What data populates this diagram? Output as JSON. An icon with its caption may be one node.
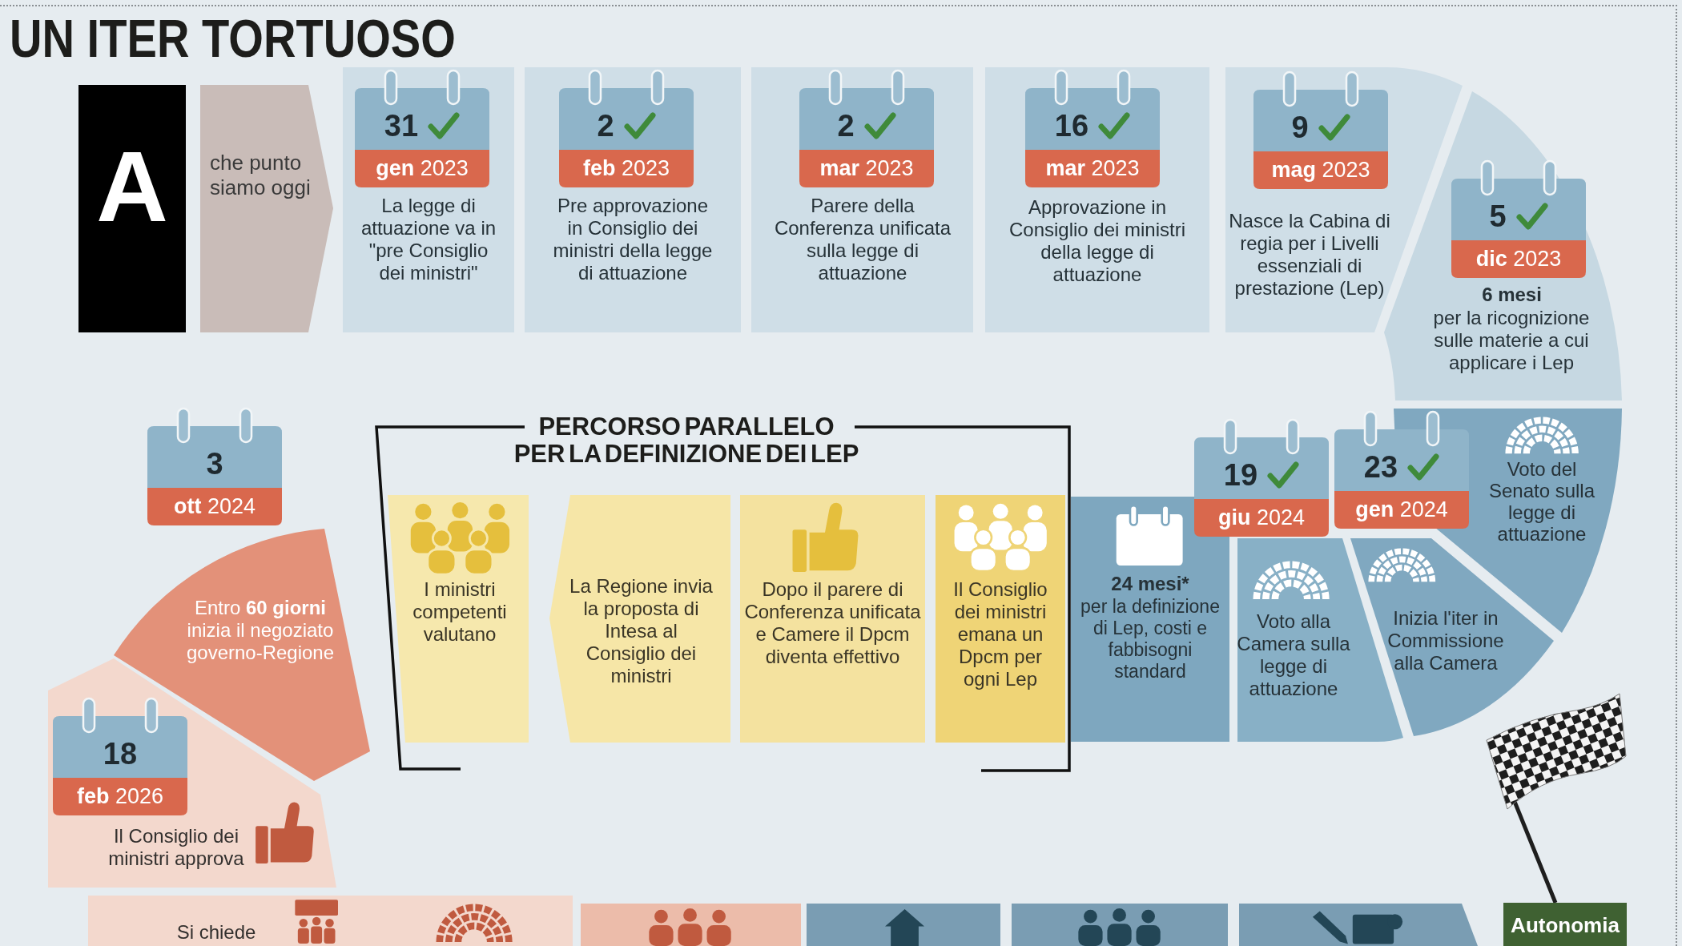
{
  "diagram": {
    "title": "UN ITER TORTUOSO",
    "nodes": [
      {
        "text": [
          "A"
        ]
      },
      {
        "text": [
          "che punto siamo oggi"
        ]
      },
      {
        "text": [
          "La legge di attuazione va in \"pre Consiglio dei ministri\""
        ]
      },
      {
        "text": [
          "31",
          "**gen** 2023"
        ],
        "in": 2
      },
      {
        "text": [
          "Pre approvazione in Consiglio dei ministri della legge di attuazione"
        ]
      },
      {
        "text": [
          "2",
          "**feb** 2023"
        ],
        "in": 4
      },
      {
        "text": [
          "Parere della Conferenza unificata sulla legge di attuazione"
        ]
      },
      {
        "text": [
          "2",
          "**mar** 2023"
        ],
        "in": 6
      },
      {
        "text": [
          "Approvazione in Consiglio dei ministri della legge di attuazione"
        ]
      },
      {
        "text": [
          "16",
          "**mar** 2023"
        ],
        "in": 8
      },
      {
        "text": [
          "Nasce la Cabina di regia per i Livelli essenziali di prestazione (Lep)"
        ]
      },
      {
        "text": [
          "9",
          "**mag** 2023"
        ],
        "in": 10
      },
      {
        "text": [
          "6 mesi",
          "per la ricognizione sulle materie a cui applicare i Lep"
        ]
      },
      {
        "text": [
          "5",
          "**dic** 2023"
        ],
        "in": 12
      },
      {
        "text": [
          "Voto del Senato sulla legge di attuazione"
        ]
      },
      {
        "text": [
          "23",
          "**gen** 2024"
        ]
      },
      {
        "text": [
          "Inizia l'iter in Commissione alla Camera"
        ]
      },
      {
        "text": [
          "19",
          "**giu** 2024"
        ]
      },
      {
        "text": [
          "Voto alla Camera sulla legge di attuazione"
        ]
      },
      {
        "text": [
          "24 mesi*",
          "per la definizione di Lep, costi e fabbisogni standard"
        ]
      },
      {
        "text": [
          "PERCORSO PARALLELO PER LA DEFINIZIONE DEI LEP"
        ]
      },
      {
        "text": [
          "I ministri competenti valutano"
        ],
        "in": 20
      },
      {
        "text": [
          "La Regione invia la proposta di Intesa al Consiglio dei ministri"
        ],
        "in": 20
      },
      {
        "text": [
          "Dopo il parere di Conferenza unificata e Camere il Dpcm diventa effettivo"
        ],
        "in": 20
      },
      {
        "text": [
          "Il Consiglio dei ministri emana un Dpcm per ogni Lep"
        ],
        "in": 20
      },
      {
        "text": [
          "3",
          "**ott** 2024"
        ]
      },
      {
        "text": [
          "Entro **60 giorni** inizia il negoziato governo-Regione"
        ]
      },
      {
        "text": [
          "Il Consiglio dei ministri approva"
        ]
      },
      {
        "text": [
          "18",
          "**feb** 2026"
        ],
        "in": 27
      },
      {
        "text": [
          "Si chiede"
        ]
      },
      {
        "text": [],
        "shape": "box"
      },
      {
        "text": [],
        "shape": "box"
      },
      {
        "text": [],
        "shape": "box"
      },
      {
        "text": [],
        "shape": "box"
      },
      {
        "text": [
          "Autonomia"
        ]
      }
    ]
  }
}
